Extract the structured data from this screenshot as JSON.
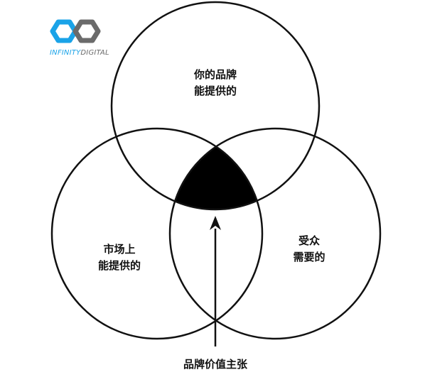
{
  "logo": {
    "text_primary": "INFINITY",
    "text_secondary": "DIGITAL",
    "primary_color": "#1aa3e8",
    "secondary_color": "#6b6b6b"
  },
  "venn": {
    "top_circle": {
      "line1": "你的品牌",
      "line2": "能提供的"
    },
    "left_circle": {
      "line1": "市场上",
      "line2": "能提供的"
    },
    "right_circle": {
      "line1": "受众",
      "line2": "需要的"
    },
    "intersection_fill": "#000000",
    "outline_color": "#111111"
  },
  "caption": "品牌价值主张"
}
